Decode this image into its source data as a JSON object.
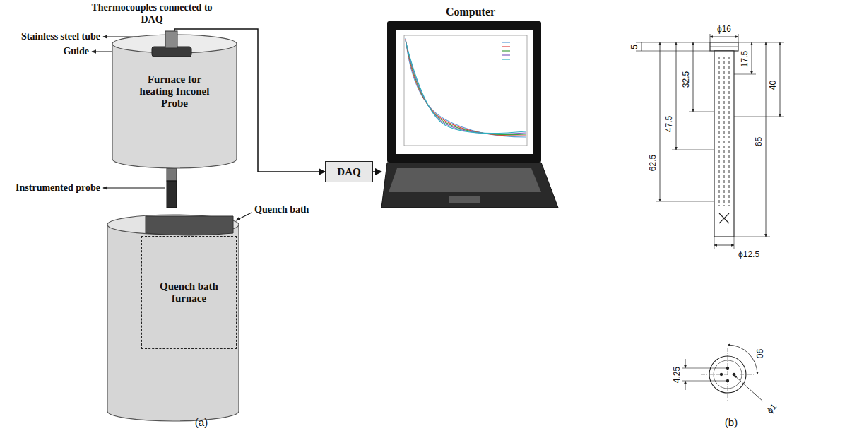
{
  "diagram": {
    "nodes": [
      {
        "text": [
          "Furnace for heating Inconel Probe"
        ]
      },
      {
        "text": [
          "DAQ"
        ]
      },
      {
        "text": [
          "Computer"
        ]
      },
      {
        "text": [
          "Quench bath furnace"
        ]
      }
    ],
    "edges": [
      {
        "from": 0,
        "to": 1,
        "arrow": "to"
      },
      {
        "from": 1,
        "to": 2,
        "arrow": "to"
      }
    ],
    "labels": [
      "Thermocouples connected to DAQ",
      "Stainless steel tube",
      "Guide",
      "Instrumented probe",
      "Quench bath",
      "(a)",
      "(b)",
      "ϕ16",
      "5",
      "32.5",
      "17.5",
      "40",
      "62.5",
      "47.5",
      "65",
      "ϕ12.5",
      "4.25",
      "90",
      "ϕ1"
    ]
  }
}
